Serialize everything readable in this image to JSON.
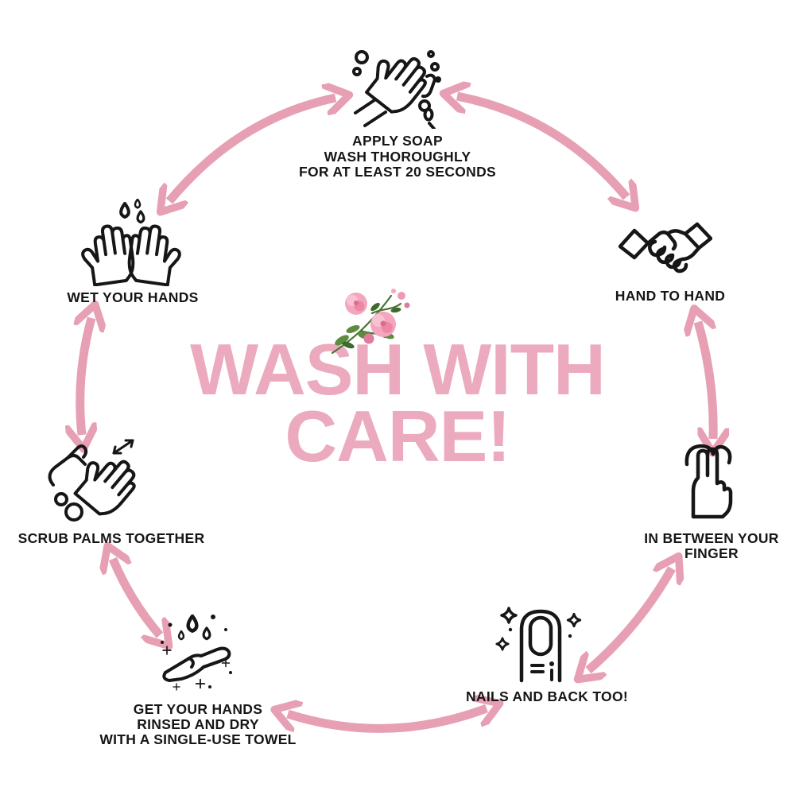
{
  "title": {
    "line1": "WASH WITH",
    "line2": "CARE!"
  },
  "steps": [
    {
      "id": "apply-soap",
      "icon": "soap-hands-icon",
      "lines": [
        "APPLY SOAP",
        "WASH THOROUGHLY",
        "FOR  AT LEAST 20 SECONDS"
      ]
    },
    {
      "id": "hand-to-hand",
      "icon": "handshake-icon",
      "lines": [
        "HAND TO HAND"
      ]
    },
    {
      "id": "between-fingers",
      "icon": "two-fingers-icon",
      "lines": [
        "IN BETWEEN YOUR",
        "FINGER"
      ]
    },
    {
      "id": "nails",
      "icon": "fingernail-icon",
      "lines": [
        "NAILS AND BACK TOO!"
      ]
    },
    {
      "id": "rinse-dry",
      "icon": "rinse-hand-icon",
      "lines": [
        "GET YOUR HANDS",
        "RINSED AND DRY",
        "WITH A SINGLE-USE TOWEL"
      ]
    },
    {
      "id": "scrub-palms",
      "icon": "scrub-hands-icon",
      "lines": [
        "SCRUB PALMS TOGETHER"
      ]
    },
    {
      "id": "wet-hands",
      "icon": "wet-hands-icon",
      "lines": [
        "WET YOUR HANDS"
      ]
    }
  ],
  "decorations": {
    "center_image": "pink-roses-bouquet"
  },
  "colors": {
    "title_pink": "#ecaabf",
    "arrow_pink": "#e79fb4",
    "icon_line": "#161616",
    "label_text": "#161616",
    "background": "#ffffff",
    "flower_pink": "#f3a6bd",
    "leaf_green": "#5d8c41"
  }
}
